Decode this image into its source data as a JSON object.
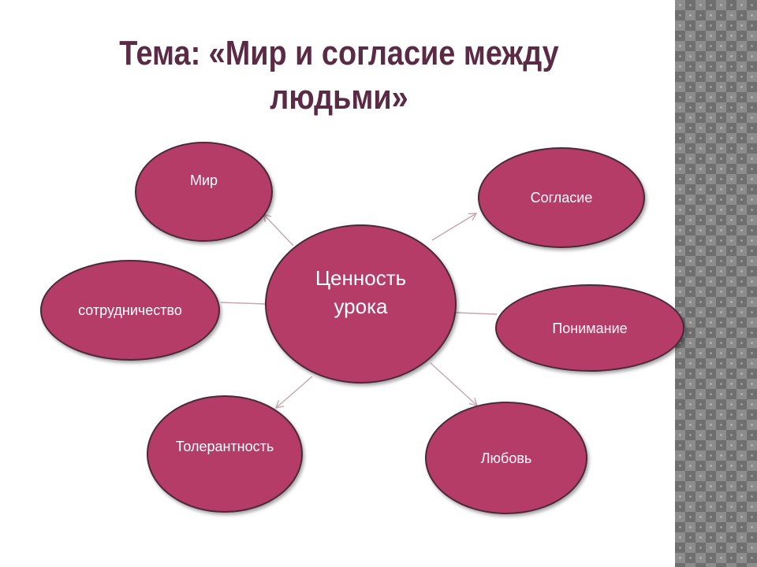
{
  "title": {
    "line1": "Тема: «Мир и согласие между",
    "line2": "людьми»"
  },
  "center": {
    "label": "Ценность урока"
  },
  "nodes": [
    {
      "id": "mir",
      "label": "Мир"
    },
    {
      "id": "soglasie",
      "label": "Согласие"
    },
    {
      "id": "sotrudnichestvo",
      "label": "сотрудничество"
    },
    {
      "id": "ponimanie",
      "label": "Понимание"
    },
    {
      "id": "tolerantnost",
      "label": "Толерантность"
    },
    {
      "id": "lyubov",
      "label": "Любовь"
    }
  ],
  "colors": {
    "node_fill": "#b53c66",
    "node_border": "#4a2a38",
    "title": "#5b2a45",
    "connector": "#c7a6b0"
  }
}
